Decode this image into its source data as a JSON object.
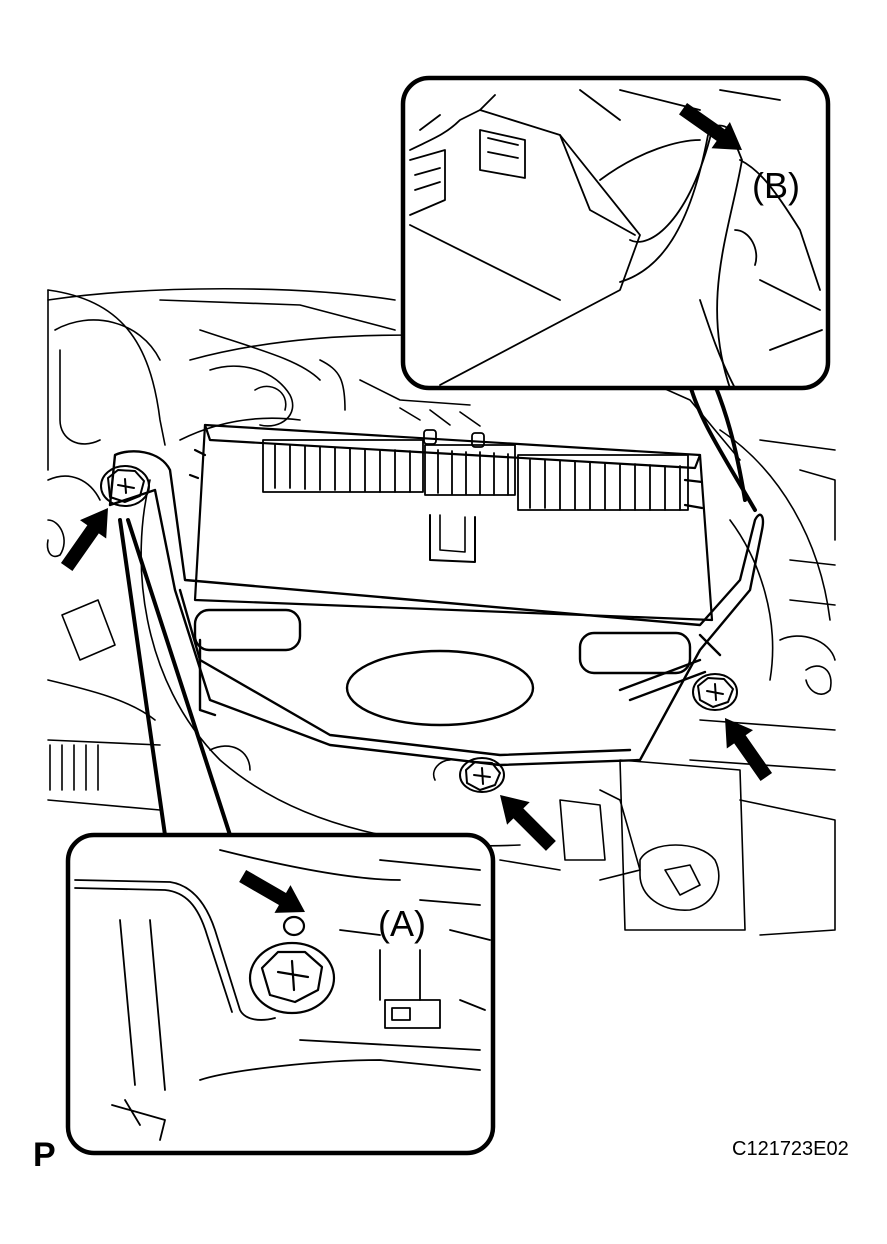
{
  "callouts": {
    "a": "(A)",
    "b": "(B)"
  },
  "corner_letter": "P",
  "figure_code": "C121723E02",
  "colors": {
    "line": "#000000",
    "background": "#ffffff"
  },
  "icons": [
    "bolt-icon",
    "arrow-icon"
  ]
}
